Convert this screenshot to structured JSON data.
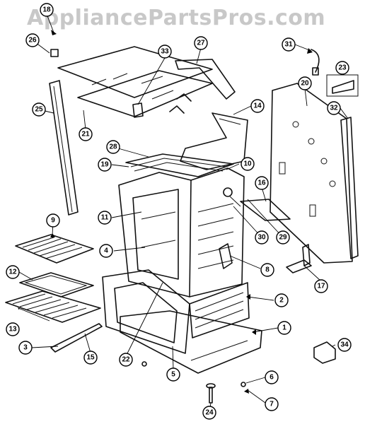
{
  "watermark": "AppliancePartsPros.com",
  "callouts": [
    {
      "id": "c18",
      "label": "18"
    },
    {
      "id": "c26",
      "label": "26"
    },
    {
      "id": "c33",
      "label": "33"
    },
    {
      "id": "c27",
      "label": "27"
    },
    {
      "id": "c31",
      "label": "31"
    },
    {
      "id": "c23",
      "label": "23"
    },
    {
      "id": "c20",
      "label": "20"
    },
    {
      "id": "c25",
      "label": "25"
    },
    {
      "id": "c21",
      "label": "21"
    },
    {
      "id": "c14",
      "label": "14"
    },
    {
      "id": "c32",
      "label": "32"
    },
    {
      "id": "c28",
      "label": "28"
    },
    {
      "id": "c19",
      "label": "19"
    },
    {
      "id": "c10",
      "label": "10"
    },
    {
      "id": "c16",
      "label": "16"
    },
    {
      "id": "c9",
      "label": "9"
    },
    {
      "id": "c11",
      "label": "11"
    },
    {
      "id": "c30",
      "label": "30"
    },
    {
      "id": "c29",
      "label": "29"
    },
    {
      "id": "c4",
      "label": "4"
    },
    {
      "id": "c8",
      "label": "8"
    },
    {
      "id": "c12",
      "label": "12"
    },
    {
      "id": "c17",
      "label": "17"
    },
    {
      "id": "c2",
      "label": "2"
    },
    {
      "id": "c1",
      "label": "1"
    },
    {
      "id": "c13",
      "label": "13"
    },
    {
      "id": "c3",
      "label": "3"
    },
    {
      "id": "c15",
      "label": "15"
    },
    {
      "id": "c22",
      "label": "22"
    },
    {
      "id": "c5",
      "label": "5"
    },
    {
      "id": "c34",
      "label": "34"
    },
    {
      "id": "c6",
      "label": "6"
    },
    {
      "id": "c7",
      "label": "7"
    },
    {
      "id": "c24",
      "label": "24"
    }
  ]
}
